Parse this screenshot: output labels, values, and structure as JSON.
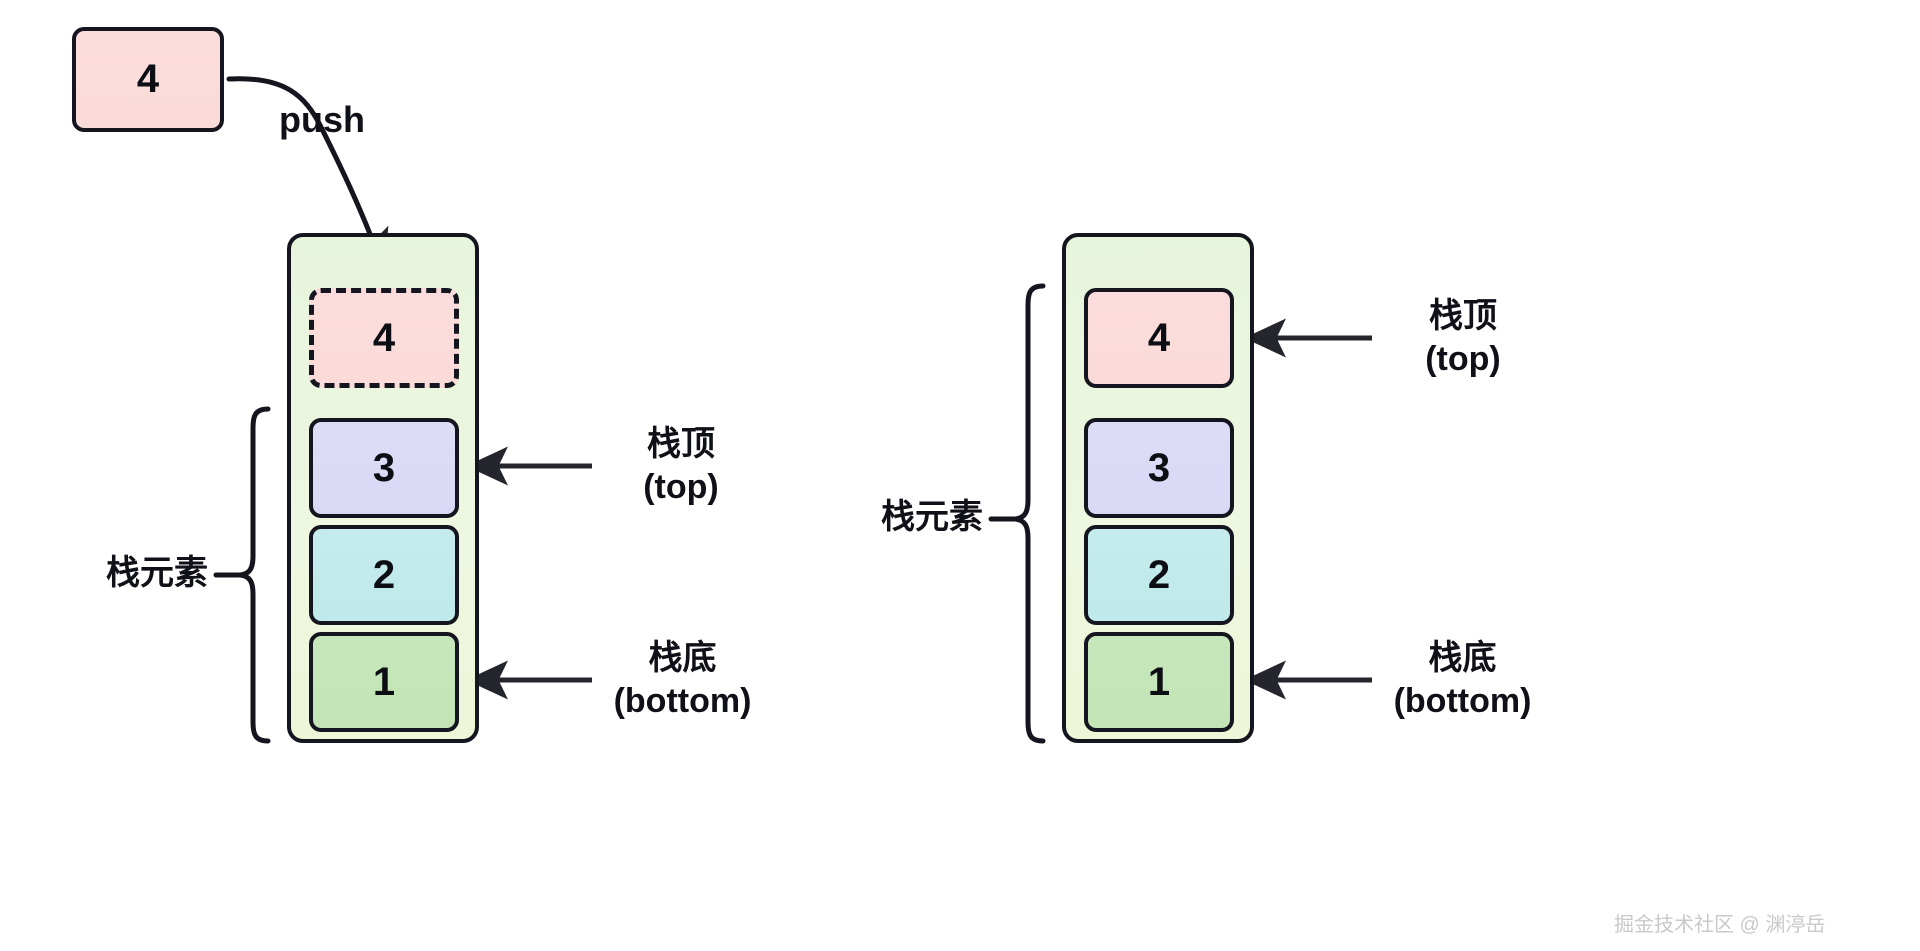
{
  "diagram": {
    "title": "stack push operation",
    "watermark": "掘金技术社区 @ 渊渟岳",
    "push_label": "push",
    "colors": {
      "frame_fill": "#eaf6dd",
      "outline": "#15151f",
      "pink": "#fbdcdc",
      "purple": "#dcdcf7",
      "cyan": "#c5ecec",
      "green": "#c6e7bb",
      "watermark": "#c9c9c9"
    }
  },
  "incoming": {
    "value": "4"
  },
  "left_stack": {
    "cells": [
      {
        "value": "4",
        "color": "pink",
        "dashed": true
      },
      {
        "value": "3",
        "color": "purple",
        "dashed": false
      },
      {
        "value": "2",
        "color": "cyan",
        "dashed": false
      },
      {
        "value": "1",
        "color": "green",
        "dashed": false
      }
    ],
    "labels": {
      "elements": "栈元素",
      "top_cn": "栈顶",
      "top_en": "(top)",
      "bottom_cn": "栈底",
      "bottom_en": "(bottom)"
    }
  },
  "right_stack": {
    "cells": [
      {
        "value": "4",
        "color": "pink",
        "dashed": false
      },
      {
        "value": "3",
        "color": "purple",
        "dashed": false
      },
      {
        "value": "2",
        "color": "cyan",
        "dashed": false
      },
      {
        "value": "1",
        "color": "green",
        "dashed": false
      }
    ],
    "labels": {
      "elements": "栈元素",
      "top_cn": "栈顶",
      "top_en": "(top)",
      "bottom_cn": "栈底",
      "bottom_en": "(bottom)"
    }
  }
}
